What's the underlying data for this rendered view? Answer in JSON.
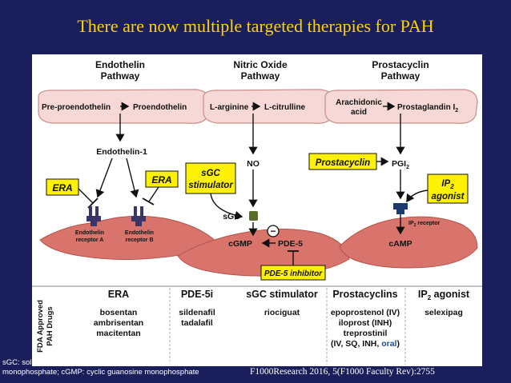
{
  "slide_title": "There are now multiple targeted therapies for PAH",
  "pathways": {
    "endothelin": {
      "line1": "Endothelin",
      "line2": "Pathway"
    },
    "nitric_oxide": {
      "line1": "Nitric Oxide",
      "line2": "Pathway"
    },
    "prostacyclin": {
      "line1": "Prostacyclin",
      "line2": "Pathway"
    }
  },
  "molecules": {
    "pre_proendothelin": "Pre-proendothelin",
    "proendothelin": "Proendothelin",
    "l_arginine": "L-arginine",
    "l_citrulline": "L-citrulline",
    "arachidonic_1": "Arachidonic",
    "arachidonic_2": "acid",
    "prostaglandin": "Prostaglandin I",
    "prostaglandin_sub": "2",
    "endothelin_1": "Endothelin-1",
    "no": "NO",
    "pgi": "PGI",
    "pgi_sub": "2",
    "sgc": "sGC",
    "cgmp": "cGMP",
    "pde5": "PDE-5",
    "camp": "cAMP"
  },
  "receptors": {
    "endothelin_a_1": "Endothelin",
    "endothelin_a_2": "receptor A",
    "endothelin_b_1": "Endothelin",
    "endothelin_b_2": "receptor B",
    "ip2_pre": "IP",
    "ip2_sub": "2",
    "ip2_post": " receptor"
  },
  "drug_boxes": {
    "era_left": "ERA",
    "era_right": "ERA",
    "sgc_stim_1": "sGC",
    "sgc_stim_2": "stimulator",
    "prostacyclin": "Prostacyclin",
    "ip2_agonist_1": "IP",
    "ip2_agonist_sub": "2",
    "ip2_agonist_2": "agonist",
    "pde5_inhibitor": "PDE-5 inhibitor"
  },
  "minus_sign": "−",
  "table": {
    "side_label_1": "FDA Approved",
    "side_label_2": "PAH Drugs",
    "headers": {
      "era": "ERA",
      "pde5i": "PDE-5i",
      "sgc": "sGC stimulator",
      "prostacyclins": "Prostacyclins",
      "ip2_pre": "IP",
      "ip2_sub": "2",
      "ip2_post": " agonist"
    },
    "era_drugs": [
      "bosentan",
      "ambrisentan",
      "macitentan"
    ],
    "pde5i_drugs": [
      "sildenafil",
      "tadalafil"
    ],
    "sgc_drugs": [
      "riociguat"
    ],
    "prostacyclin_drugs": [
      "epoprostenol (IV)",
      "iloprost (INH)",
      "treprostinil"
    ],
    "prostacyclin_last_a": "(IV, SQ, INH, ",
    "prostacyclin_last_b": "oral",
    "prostacyclin_last_c": ")",
    "ip2_drugs": [
      "selexipag"
    ]
  },
  "footnote_line1": "sGC: soluble guanylate cyclase; cAMP: cyclic adenosine",
  "footnote_line2": "monophosphate; cGMP: cyclic guanosine monophosphate",
  "citation": "F1000Research 2016, 5(F1000 Faculty Rev):2755",
  "colors": {
    "background": "#1a1f5c",
    "title": "#ffd200",
    "cell": "#f6d9d6",
    "cell_stroke": "#c98f8a",
    "smooth_muscle": "#d9746c",
    "drug_box": "#fff200",
    "new_drug_blue": "#1a4fa3",
    "receptor": "#3d3566",
    "sgc_enzyme": "#5a6e2a"
  }
}
